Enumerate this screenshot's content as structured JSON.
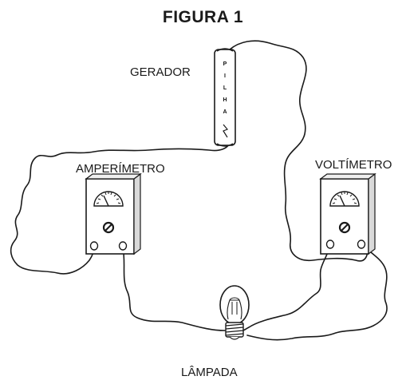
{
  "title": "FIGURA 1",
  "labels": {
    "generator": "GERADOR",
    "ammeter": "AMPERÍMETRO",
    "voltmeter": "VOLTÍMETRO",
    "lamp": "LÂMPADA"
  },
  "battery": {
    "letters": [
      "P",
      "I",
      "L",
      "H",
      "A"
    ]
  },
  "colors": {
    "line": "#1a1a1a",
    "meter_face": "#ffffff",
    "meter_side": "#d9d9d9",
    "background": "#ffffff"
  }
}
